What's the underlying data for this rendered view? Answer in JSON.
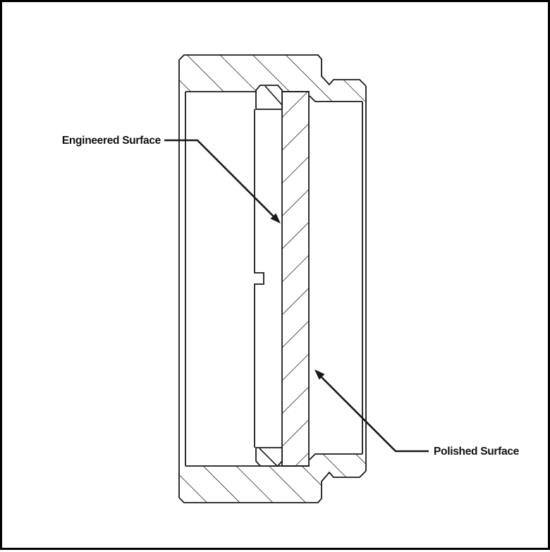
{
  "figure": {
    "type": "technical-cross-section-drawing",
    "description": "Cross-section of a cylindrical optic mount holding a flat optic; hatched section cuts with two surface callouts",
    "labels": {
      "engineered_surface": "Engineered Surface",
      "polished_surface": "Polished Surface"
    },
    "colors": {
      "background": "#ffffff",
      "line": "#1a1a1a",
      "leader": "#181818",
      "frame": "#000000"
    }
  }
}
